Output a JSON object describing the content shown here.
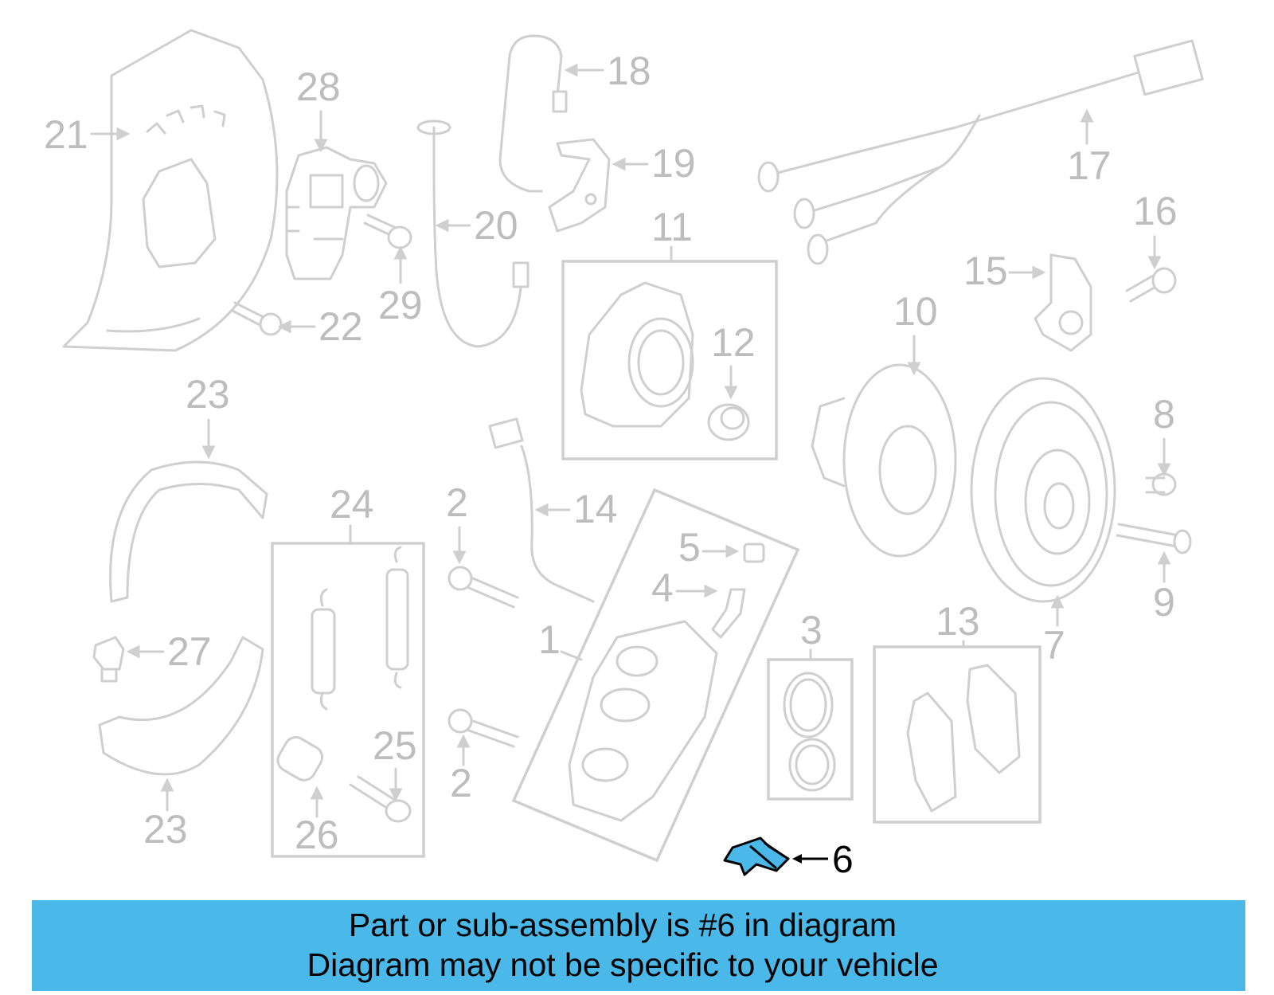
{
  "labels": {
    "l1": "1",
    "l2a": "2",
    "l2b": "2",
    "l3": "3",
    "l4": "4",
    "l5": "5",
    "l6": "6",
    "l7": "7",
    "l8": "8",
    "l9": "9",
    "l10": "10",
    "l11": "11",
    "l12": "12",
    "l13": "13",
    "l14": "14",
    "l15": "15",
    "l16": "16",
    "l17": "17",
    "l18": "18",
    "l19": "19",
    "l20": "20",
    "l21": "21",
    "l22": "22",
    "l23a": "23",
    "l23b": "23",
    "l24": "24",
    "l25": "25",
    "l26": "26",
    "l27": "27",
    "l28": "28",
    "l29": "29"
  },
  "highlight_part": "6",
  "colors": {
    "highlight": "#4ab9ea",
    "banner": "#4ab9ea",
    "line_art": "#cfcfcf",
    "label": "#bdbdbd"
  },
  "banner": {
    "line1": "Part or sub-assembly is #6 in diagram",
    "line2": "Diagram may not be specific to your vehicle"
  }
}
